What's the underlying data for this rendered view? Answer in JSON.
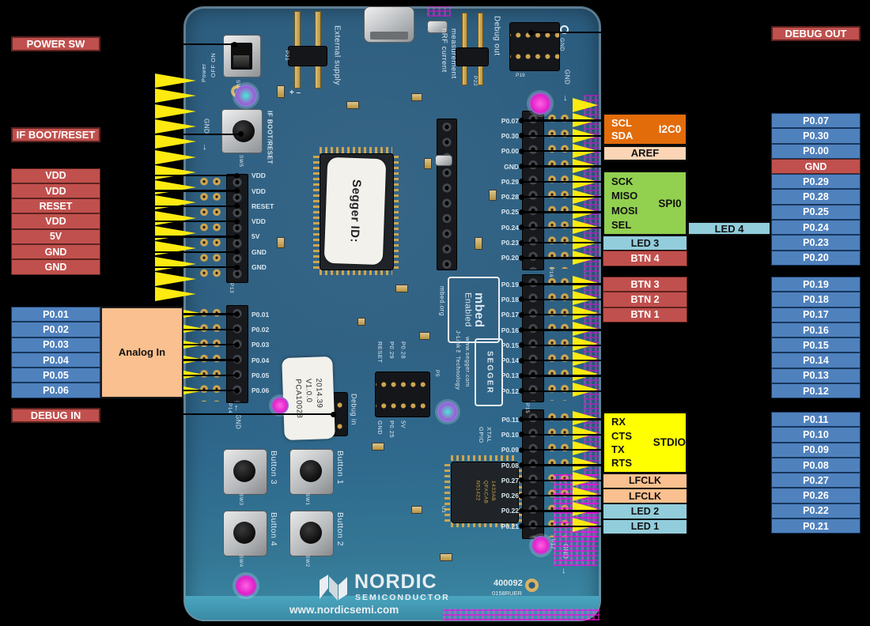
{
  "colors": {
    "red": "#C0504D",
    "blue": "#4F81BD",
    "orange": "#E36C0A",
    "green": "#92D050",
    "yellow_box": "#FFFF00",
    "lightblue": "#92CDDC",
    "peach": "#FAC08F",
    "pale_peach": "#FBD5B5",
    "arrow_yellow": "#FCEA10",
    "board_blue": "#2B5E81"
  },
  "left_labels": {
    "power_sw": "POWER SW",
    "if_boot_reset": "IF BOOT/RESET",
    "power_pins": [
      "VDD",
      "VDD",
      "RESET",
      "VDD",
      "5V",
      "GND",
      "GND"
    ],
    "analog_in": "Analog In",
    "analog_pins": [
      "P0.01",
      "P0.02",
      "P0.03",
      "P0.04",
      "P0.05",
      "P0.06"
    ],
    "debug_in": "DEBUG IN"
  },
  "right_labels": {
    "debug_out": "DEBUG OUT",
    "i2c0": {
      "rows": [
        "SCL",
        "SDA"
      ],
      "bus": "I2C0"
    },
    "aref": "AREF",
    "spi0": {
      "rows": [
        "SCK",
        "MISO",
        "MOSI",
        "SEL"
      ],
      "bus": "SPI0"
    },
    "led4": "LED 4",
    "led3_btn4": [
      "LED 3",
      "BTN 4"
    ],
    "btns": [
      "BTN 3",
      "BTN 2",
      "BTN 1"
    ],
    "stdio": {
      "rows": [
        "RX",
        "CTS",
        "TX",
        "RTS"
      ],
      "bus": "STDIO"
    },
    "misc": [
      "LFCLK",
      "LFCLK",
      "LED 2",
      "LED 1"
    ],
    "port_top": [
      "P0.07",
      "P0.30",
      "P0.00",
      "GND",
      "P0.29",
      "P0.28",
      "P0.25",
      "P0.24",
      "P0.23",
      "P0.20"
    ],
    "port_mid": [
      "P0.19",
      "P0.18",
      "P0.17",
      "P0.16",
      "P0.15",
      "P0.14",
      "P0.13",
      "P0.12"
    ],
    "port_bottom": [
      "P0.11",
      "P0.10",
      "P0.09",
      "P0.08",
      "P0.27",
      "P0.26",
      "P0.22",
      "P0.21"
    ]
  },
  "board": {
    "off_on": "OFF ON",
    "power": "Power",
    "sw6": "SW6",
    "external_supply": "External supply",
    "plus_minus": "+  –",
    "p21": "P21",
    "nrf_current_1": "nRF current",
    "nrf_current_2": "measurement",
    "p22": "P22",
    "debug_out": "Debug out",
    "p19": "P19",
    "gnd": "GND",
    "if_boot_reset": "IF BOOT/RESET",
    "sw5": "SW5",
    "segger_id": "Segger ID:",
    "sticker": [
      "PCA10028",
      "V1.0.0",
      "2014.39"
    ],
    "mbed": "mbed",
    "mbed_enabled": "Enabled",
    "mbed_org": "mbed.org",
    "jlink": "J-Link™Technology",
    "segger_url": "www.segger.com",
    "segger": "SEGGER",
    "debug_in": "Debug in",
    "p5": "P5",
    "p5_top": [
      "RESET",
      "P0.29",
      "P0.28"
    ],
    "p5_bottom": [
      "GND",
      "P0.25",
      "5V"
    ],
    "gpio": "GPIO",
    "xtal": "XTAL",
    "buttons": [
      "Button 3",
      "Button 1",
      "Button 4",
      "Button 2"
    ],
    "sw_refs": [
      "SW3",
      "SW1",
      "SW4",
      "SW2"
    ],
    "mcu": [
      "N51422",
      "QFACAB",
      "1433AB"
    ],
    "u1": "U1",
    "p13": "P13",
    "p14": "P14",
    "p16": "P16",
    "p15": "P15",
    "p17": "P17",
    "nordic": "NORDIC",
    "semiconductor": "SEMICONDUCTOR",
    "nordic_url": "www.nordicsemi.com",
    "serial": "400092",
    "serial2": "0158RUER"
  }
}
